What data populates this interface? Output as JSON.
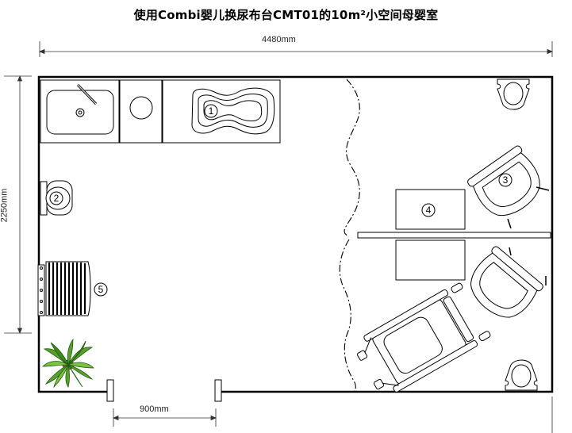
{
  "title": "使用Combi婴儿换尿布台CMT01的10m²小空间母婴室",
  "dimensions": {
    "width": "4480mm",
    "depth": "2250mm",
    "door": "900mm"
  },
  "markers": [
    "1",
    "2",
    "3",
    "4",
    "5"
  ]
}
